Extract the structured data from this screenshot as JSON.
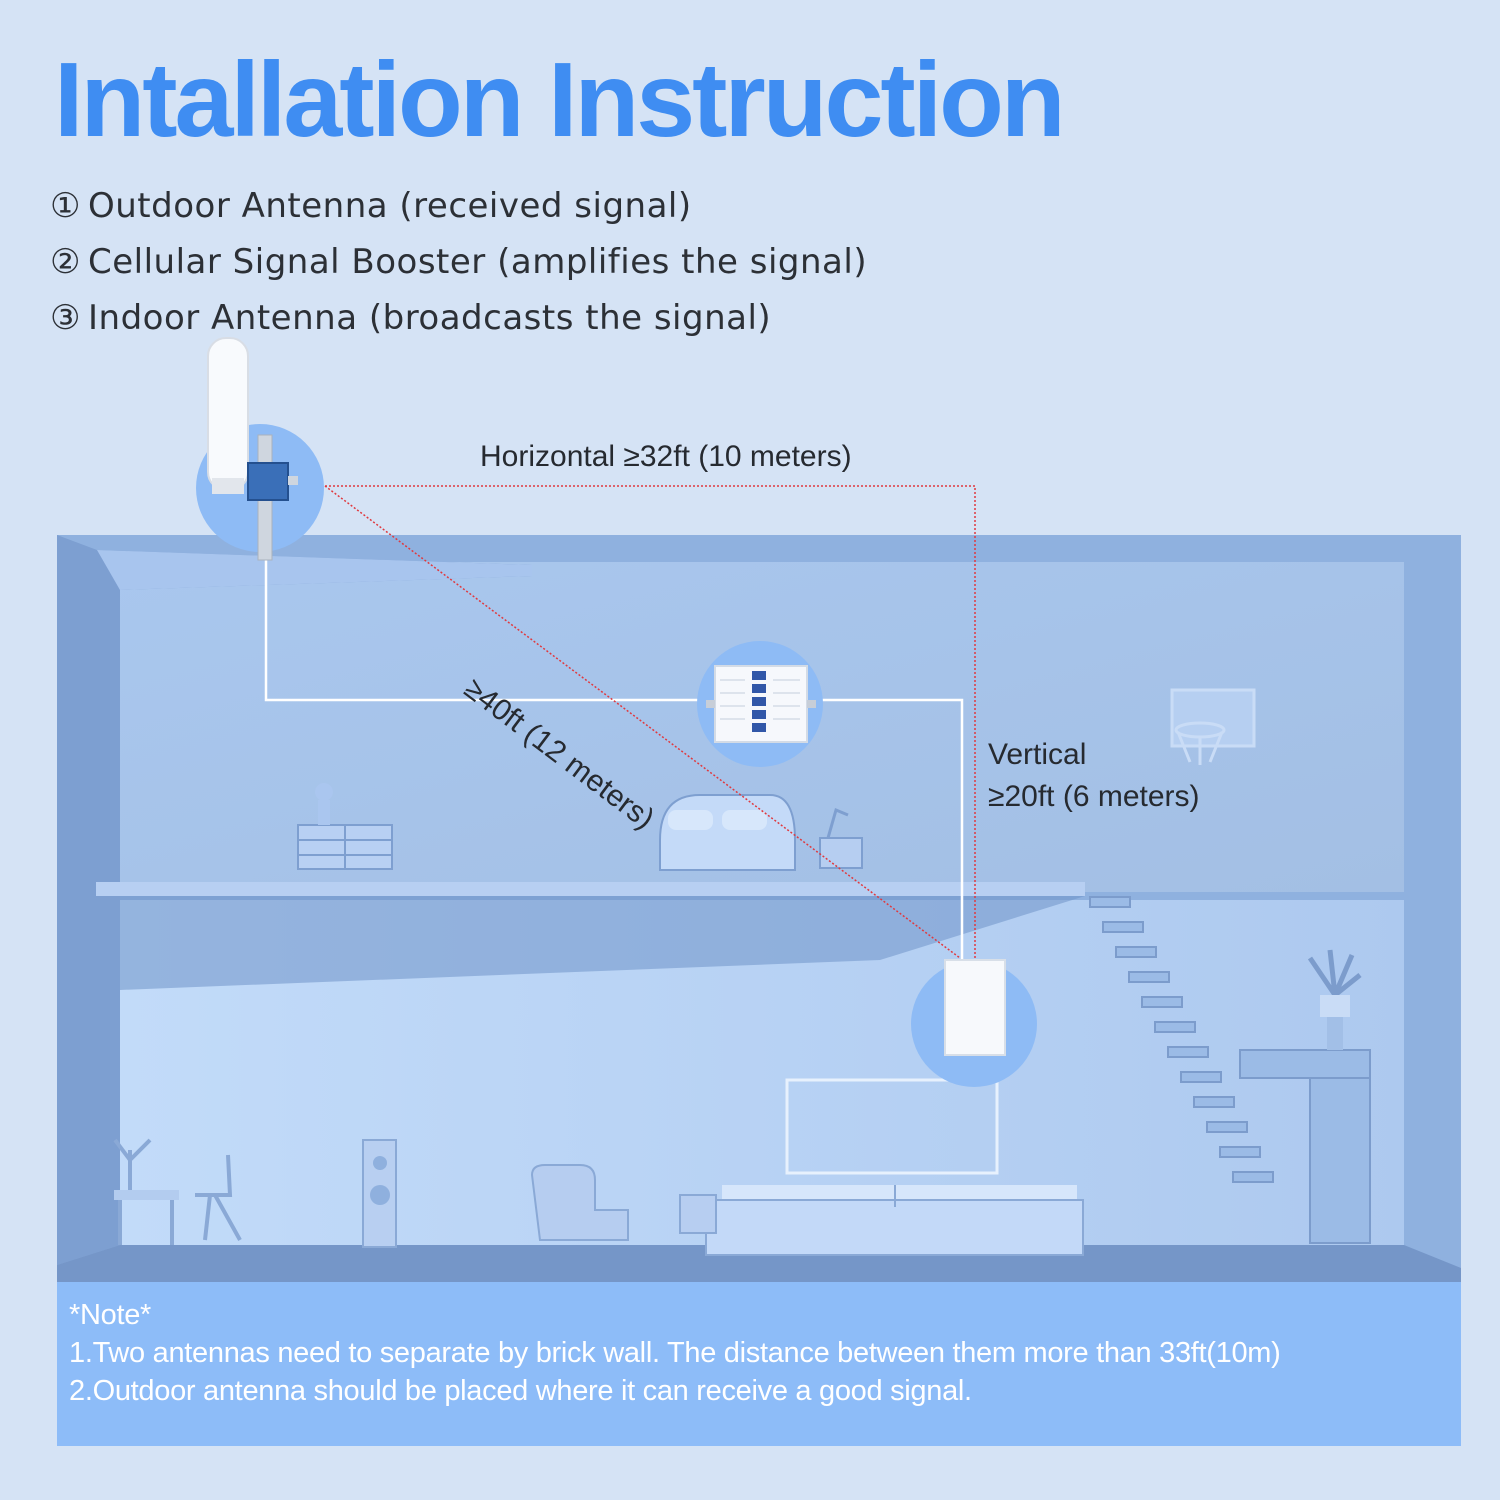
{
  "title": "Intallation Instruction",
  "legend": [
    {
      "number": "①",
      "label": "Outdoor Antenna (received signal)"
    },
    {
      "number": "②",
      "label": "Cellular Signal Booster (amplifies the signal)"
    },
    {
      "number": "③",
      "label": "Indoor Antenna (broadcasts the signal)"
    }
  ],
  "dimensions": {
    "horizontal": "Horizontal ≥32ft (10 meters)",
    "diagonal": "≥40ft (12 meters)",
    "vertical_line1": "Vertical",
    "vertical_line2": "≥20ft (6 meters)"
  },
  "note": {
    "heading": "*Note*",
    "line1": "1.Two antennas need to separate by brick wall. The distance between them more than 33ft(10m)",
    "line2": "2.Outdoor antenna should be placed where it can receive a good signal."
  },
  "colors": {
    "title": "#3f8df2",
    "background": "#d5e3f5",
    "note_box": "#8dbcf8",
    "dimension_line": "#e0393e",
    "cable": "#ffffff"
  }
}
